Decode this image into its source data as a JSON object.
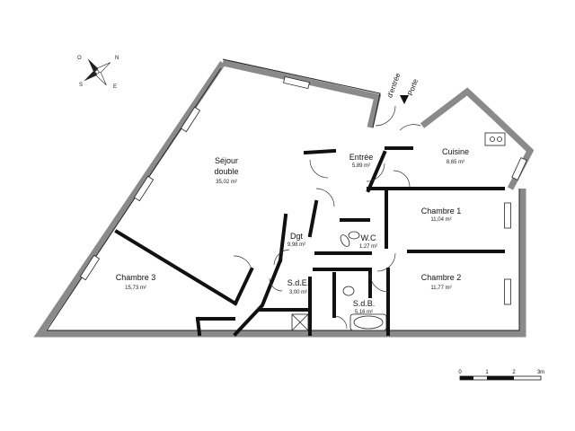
{
  "rooms": [
    {
      "id": "sejour",
      "name_line1": "Séjour",
      "name_line2": "double",
      "area": "35,02 m²"
    },
    {
      "id": "entree",
      "name": "Entrée",
      "area": "5,89 m²"
    },
    {
      "id": "cuisine",
      "name": "Cuisine",
      "area": "8,65 m²"
    },
    {
      "id": "chambre1",
      "name": "Chambre 1",
      "area": "11,04 m²"
    },
    {
      "id": "dgt",
      "name": "Dgt",
      "area": "9,98 m²"
    },
    {
      "id": "wc",
      "name": "W.C",
      "area": "1,27 m²"
    },
    {
      "id": "chambre3",
      "name": "Chambre 3",
      "area": "15,73 m²"
    },
    {
      "id": "sde",
      "name": "S.d.E.",
      "area": "3,00 m²"
    },
    {
      "id": "chambre2",
      "name": "Chambre 2",
      "area": "11,77 m²"
    },
    {
      "id": "sdb",
      "name": "S.d.B.",
      "area": "5,16 m²"
    }
  ],
  "entry_door": {
    "line1": "Porte",
    "line2": "d'entrée"
  },
  "compass": {
    "north": "N",
    "south": "S",
    "east": "E",
    "west": "O"
  },
  "scale": {
    "labels": [
      "0",
      "1",
      "2",
      "3m"
    ]
  },
  "colors": {
    "wall": "#8a8a8a",
    "wall_dark": "#111111",
    "outline": "#222222"
  }
}
